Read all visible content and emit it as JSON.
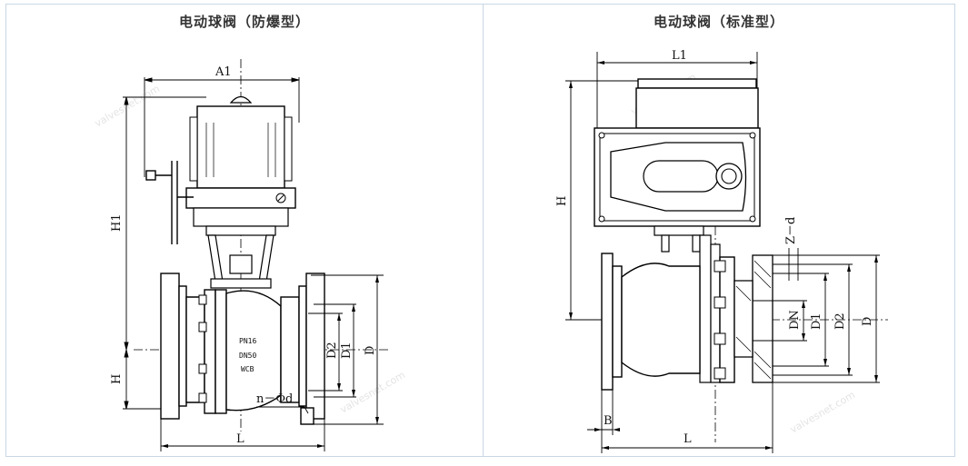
{
  "panels": {
    "left": {
      "title": "电动球阀（防爆型）",
      "labels": {
        "a1": "A1",
        "h1": "H1",
        "h": "H",
        "l": "L",
        "d2": "D2",
        "d1": "D1",
        "d": "D",
        "nphid": "n－Φd",
        "pn": "PN16",
        "dn": "DN50",
        "mat": "WCB"
      }
    },
    "right": {
      "title": "电动球阀（标准型）",
      "labels": {
        "l1": "L1",
        "h": "H",
        "b": "B",
        "l": "L",
        "zd": "Z－d",
        "dn": "DN",
        "d1": "D1",
        "d2": "D2",
        "d": "D"
      }
    }
  }
}
